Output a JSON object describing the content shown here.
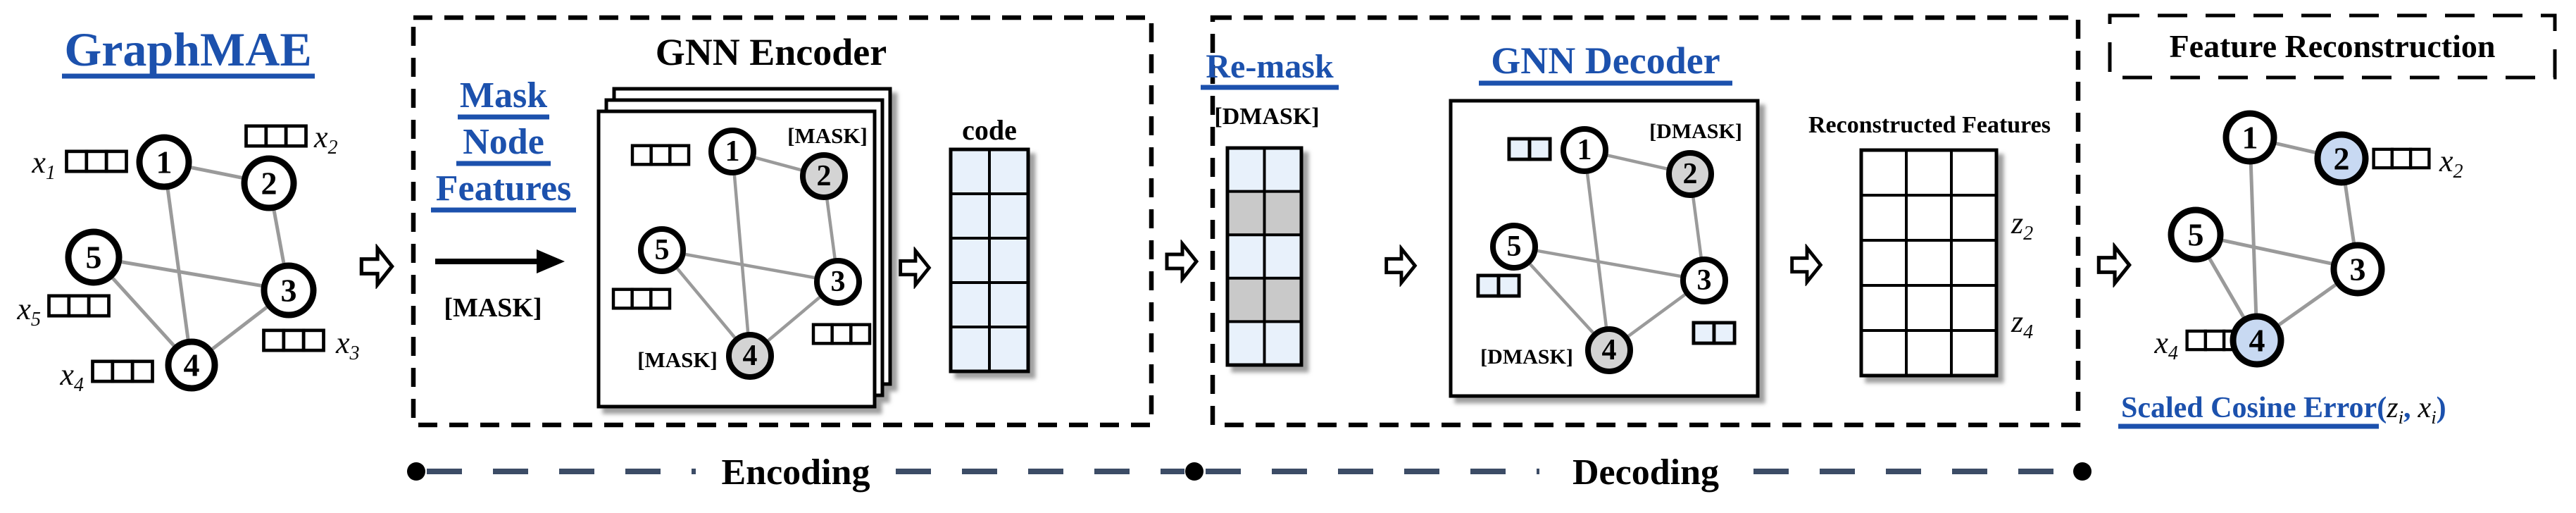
{
  "colors": {
    "accent": "#1c51ad",
    "cell": "#e8f1fb",
    "mask": "#d4d4d4",
    "remask": "#c9c9c9",
    "recon": "#c8d9f2",
    "edge": "#9a9a9a",
    "dash": "#3c4c66"
  },
  "header": {
    "title": "GraphMAE"
  },
  "graph": {
    "node_labels": [
      "1",
      "2",
      "3",
      "4",
      "5"
    ]
  },
  "input_graph": {
    "feature_labels": [
      {
        "base": "x",
        "sub": "1"
      },
      {
        "base": "x",
        "sub": "2"
      },
      {
        "base": "x",
        "sub": "3"
      },
      {
        "base": "x",
        "sub": "4"
      },
      {
        "base": "x",
        "sub": "5"
      }
    ]
  },
  "encoder": {
    "title": "GNN Encoder",
    "mask_lines": [
      "Mask",
      "Node",
      "Features"
    ],
    "mask_token": "[MASK]",
    "code_label": "code"
  },
  "decoder": {
    "remask_label": "Re-mask",
    "dmask_token": "[DMASK]",
    "title": "GNN Decoder",
    "recon_title": "Reconstructed Features",
    "z_labels": [
      {
        "base": "z",
        "sub": "2"
      },
      {
        "base": "z",
        "sub": "4"
      }
    ]
  },
  "reconstruction": {
    "title": "Feature Reconstruction",
    "feature_labels": [
      {
        "base": "x",
        "sub": "2"
      },
      {
        "base": "x",
        "sub": "4"
      }
    ],
    "loss": {
      "name": "Scaled Cosine Error",
      "open": "(",
      "z_base": "z",
      "z_sub": "i",
      "comma": ",",
      "x_base": "x",
      "x_sub": "i",
      "close": ")"
    }
  },
  "footer": {
    "encoding": "Encoding",
    "decoding": "Decoding"
  }
}
